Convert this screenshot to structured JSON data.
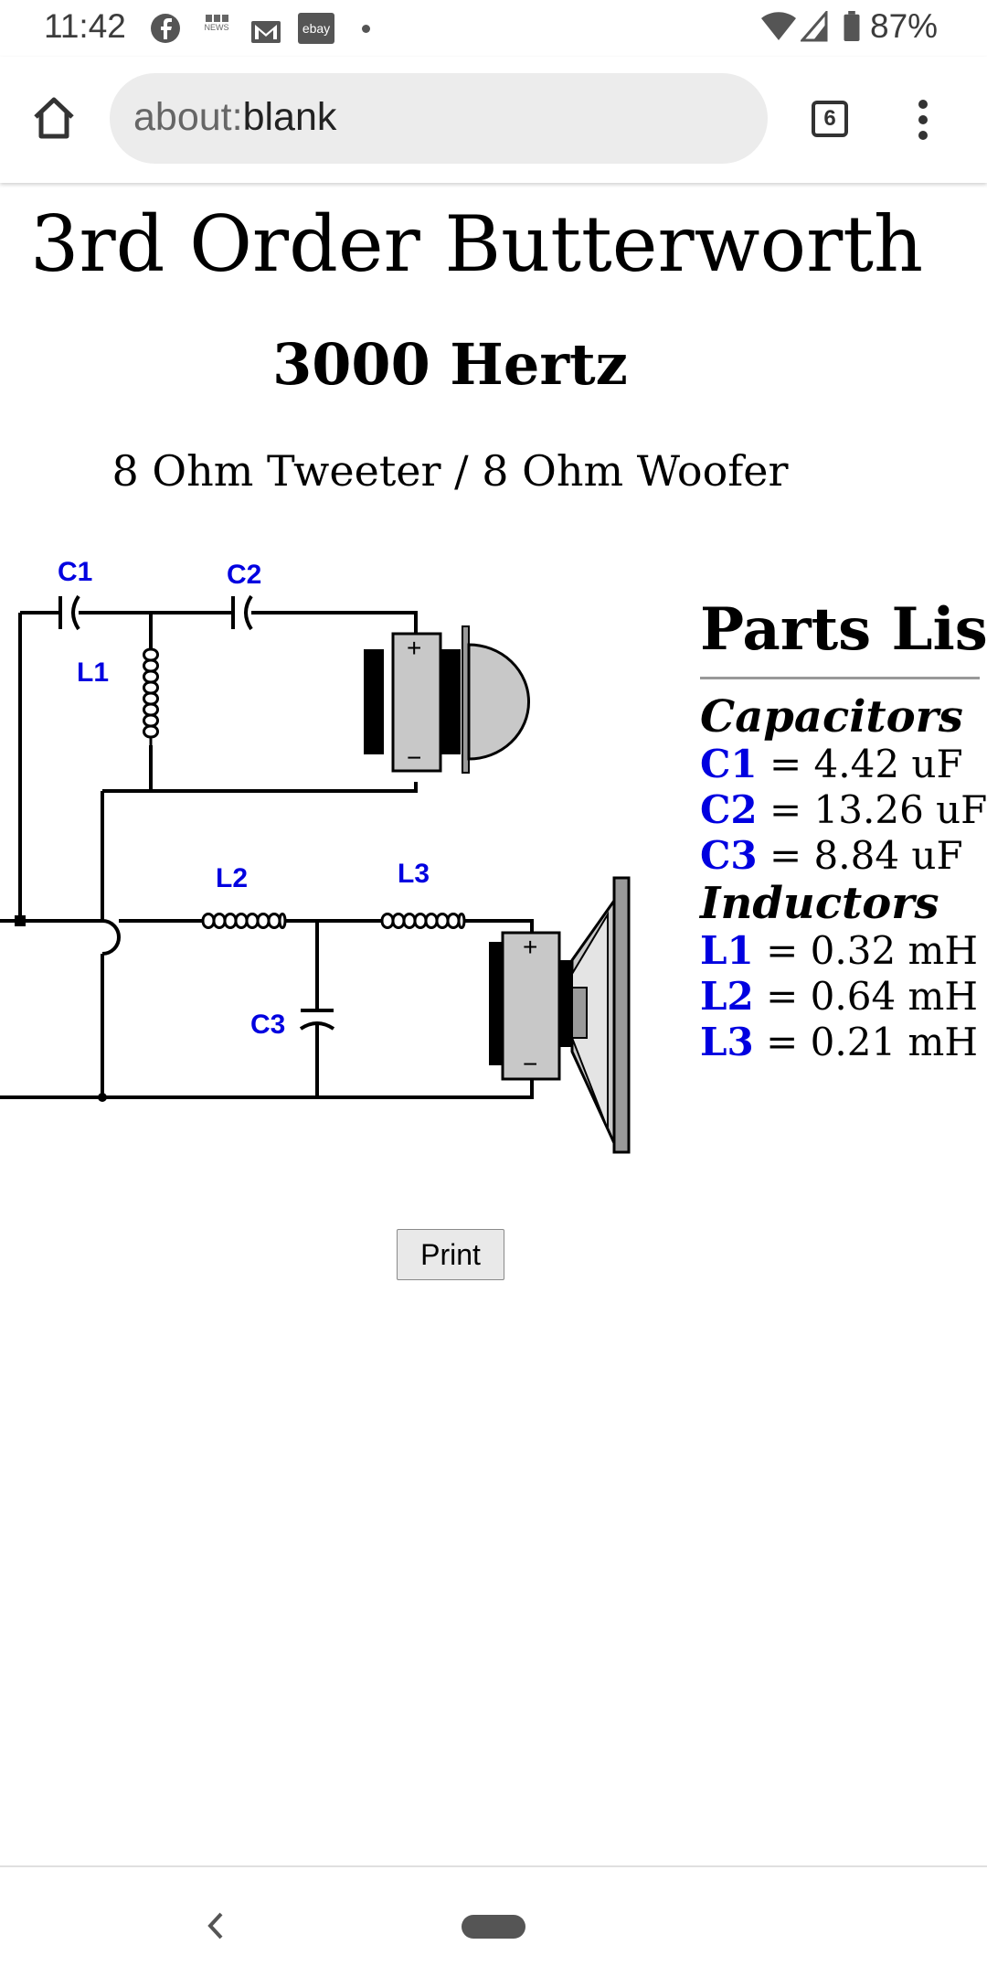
{
  "status_bar": {
    "time": "11:42",
    "notification_icons": [
      "facebook-icon",
      "bbc-news-icon",
      "gmail-icon",
      "ebay-icon",
      "more-dot-icon"
    ],
    "battery_percent": "87%",
    "ebay_label": "ebay",
    "news_label": "NEWS"
  },
  "browser": {
    "url_scheme": "about:",
    "url_rest": "blank",
    "tab_count": "6"
  },
  "page": {
    "title": "3rd Order Butterworth",
    "frequency": "3000 Hertz",
    "description": "8 Ohm Tweeter / 8 Ohm Woofer",
    "print_label": "Print"
  },
  "schematic_labels": {
    "c1": "C1",
    "c2": "C2",
    "c3": "C3",
    "l1": "L1",
    "l2": "L2",
    "l3": "L3",
    "plus": "+",
    "minus": "−"
  },
  "parts_list": {
    "heading": "Parts List",
    "capacitors_heading": "Capacitors",
    "capacitors": [
      {
        "ref": "C1",
        "value": " = 4.42 uF"
      },
      {
        "ref": "C2",
        "value": " = 13.26 uF"
      },
      {
        "ref": "C3",
        "value": " = 8.84 uF"
      }
    ],
    "inductors_heading": "Inductors",
    "inductors": [
      {
        "ref": "L1",
        "value": " = 0.32 mH"
      },
      {
        "ref": "L2",
        "value": " = 0.64 mH"
      },
      {
        "ref": "L3",
        "value": " = 0.21 mH"
      }
    ]
  },
  "colors": {
    "label_blue": "#0000e0",
    "url_bar_bg": "#ececec"
  }
}
